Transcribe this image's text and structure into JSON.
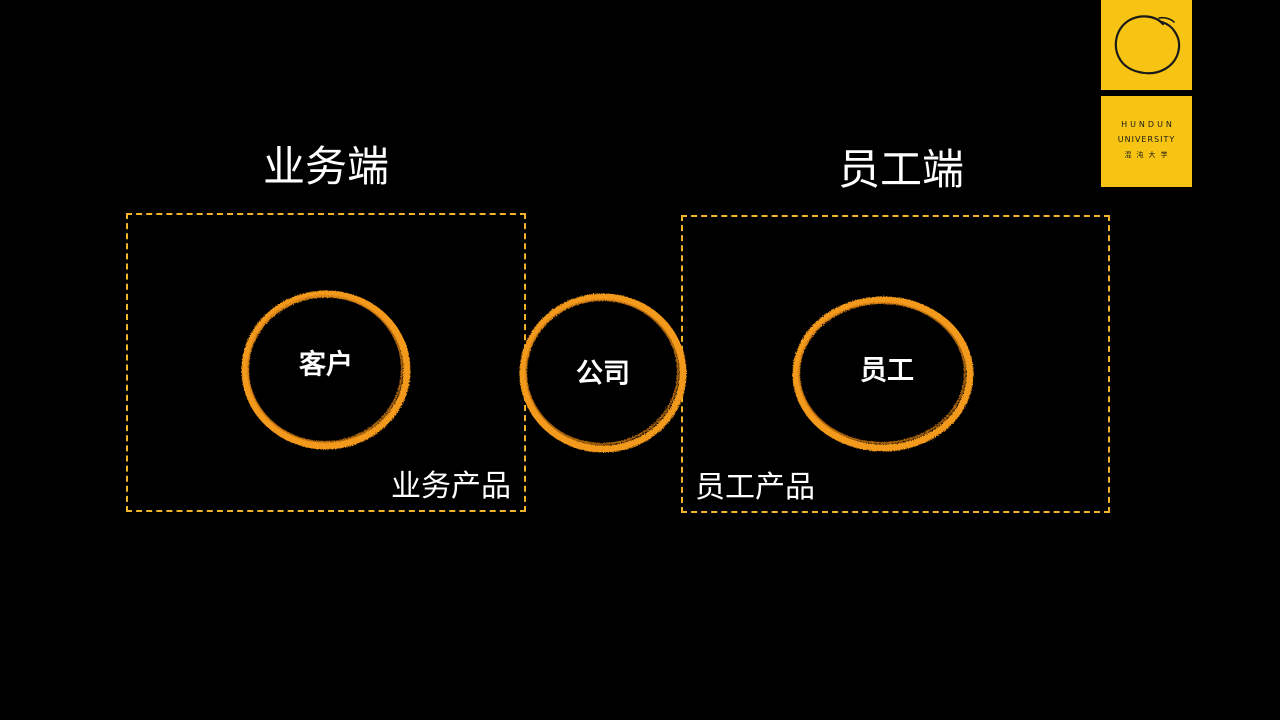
{
  "logo": {
    "line1": "HUNDUN",
    "line2": "UNIVERSITY",
    "line3": "混沌大学",
    "color": "#f7c414"
  },
  "sections": {
    "left_title": "业务端",
    "right_title": "员工端",
    "left_product": "业务产品",
    "right_product": "员工产品"
  },
  "nodes": {
    "customer": "客户",
    "company": "公司",
    "employee": "员工"
  },
  "colors": {
    "background": "#000000",
    "ring": "#f39a1c",
    "dash": "#f3b42c",
    "text": "#ffffff"
  }
}
